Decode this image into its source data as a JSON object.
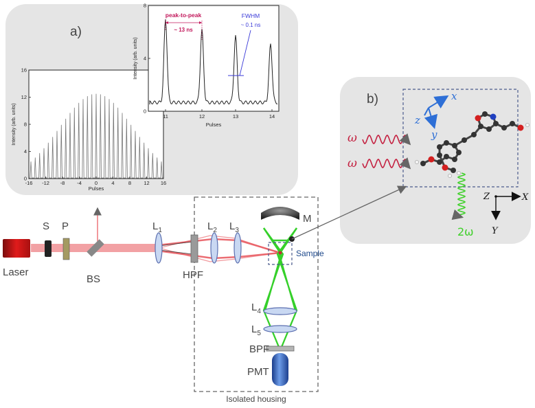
{
  "panel_a": {
    "label": "a)",
    "main_chart": {
      "yticks": [
        "0",
        "4",
        "8",
        "12",
        "16"
      ],
      "xticks": [
        "-16",
        "-12",
        "-8",
        "-4",
        "0",
        "4",
        "8",
        "12",
        "16"
      ],
      "xlabel": "Pulses",
      "ylabel": "Intensity (arb. units)"
    },
    "inset_chart": {
      "yticks": [
        "0",
        "4",
        "8"
      ],
      "xticks": [
        "11",
        "12",
        "13",
        "14"
      ],
      "xlabel": "Pulses",
      "ylabel": "Intensity (arb. units)",
      "ann_peak_title": "peak-to-peak",
      "ann_peak_value": "~ 13 ns",
      "ann_fwhm_title": "FWHM",
      "ann_fwhm_value": "~ 0.1 ns"
    }
  },
  "panel_b": {
    "label": "b)",
    "omega": "ω",
    "two_omega": "2ω",
    "mol_axes": {
      "x": "x",
      "y": "y",
      "z": "z"
    },
    "lab_axes": {
      "x": "X",
      "y": "Y",
      "z": "Z"
    }
  },
  "setup": {
    "laser": "Laser",
    "shutter": "S",
    "polarizer": "P",
    "beamsplitter": "BS",
    "l1": "L",
    "l1_sub": "1",
    "hpf": "HPF",
    "l2": "L",
    "l2_sub": "2",
    "l3": "L",
    "l3_sub": "3",
    "mirror": "M",
    "sample": "Sample",
    "l4": "L",
    "l4_sub": "4",
    "l5": "L",
    "l5_sub": "5",
    "bpf": "BPF",
    "pmt": "PMT",
    "housing": "Isolated housing"
  },
  "colors": {
    "laser_beam": "#e8535a",
    "sh_beam": "#35d02a",
    "panel_bg": "#e5e5e5",
    "annotation_red": "#c2185b",
    "annotation_blue": "#3a3ad8",
    "axis_blue": "#2e6fd6"
  }
}
